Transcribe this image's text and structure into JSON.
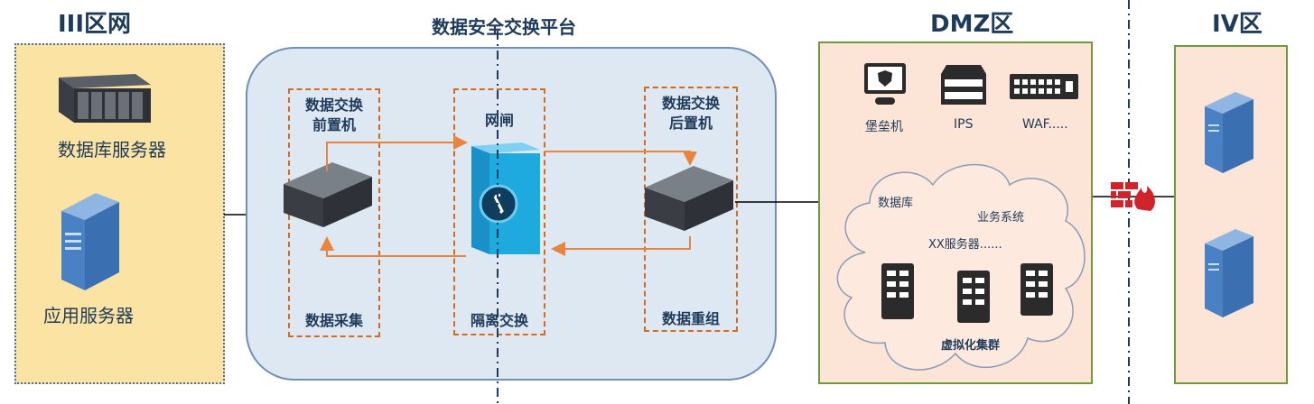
{
  "zones": {
    "zone3_title": "III区网",
    "platform_title": "数据安全交换平台",
    "dmz_title": "DMZ区",
    "zone4_title": "IV区"
  },
  "zone3": {
    "db_server_label": "数据库服务器",
    "app_server_label": "应用服务器"
  },
  "platform": {
    "front_box_title": "数据交换\n前置机",
    "front_box_caption": "数据采集",
    "gateway_box_title": "网闸",
    "gateway_box_caption": "隔离交换",
    "back_box_title": "数据交换\n后置机",
    "back_box_caption": "数据重组"
  },
  "dmz": {
    "bastion_label": "堡垒机",
    "ips_label": "IPS",
    "waf_label": "WAF.....",
    "cloud_db": "数据库",
    "cloud_biz": "业务系统",
    "cloud_xx": "XX服务器......",
    "cloud_cluster": "虚拟化集群"
  },
  "colors": {
    "accent_orange": "#e8843c",
    "title_navy": "#1f3b5a",
    "zone3_fill": "#fbe3a3",
    "platform_fill": "#dde8f3",
    "dmz_fill": "#fce4d6",
    "firewall_red": "#d1232a"
  }
}
